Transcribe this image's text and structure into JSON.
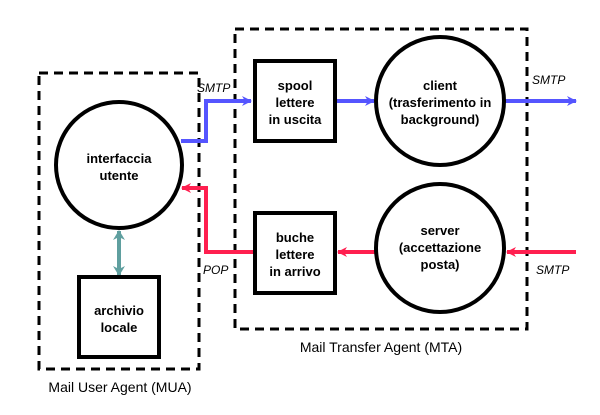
{
  "colors": {
    "outgoing": "#5555ff",
    "incoming": "#ff1f4f",
    "local": "#5f9f9f",
    "stroke": "#000000"
  },
  "groups": {
    "mua": {
      "label": "Mail User Agent (MUA)"
    },
    "mta": {
      "label": "Mail Transfer Agent (MTA)"
    }
  },
  "nodes": {
    "interfaccia": {
      "shape": "circle",
      "lines": [
        "interfaccia",
        "utente"
      ]
    },
    "archivio": {
      "shape": "box",
      "lines": [
        "archivio",
        "locale"
      ]
    },
    "spool": {
      "shape": "box",
      "lines": [
        "spool",
        "lettere",
        "in uscita"
      ]
    },
    "client": {
      "shape": "circle",
      "lines": [
        "client",
        "(trasferimento in",
        "background)"
      ]
    },
    "buche": {
      "shape": "box",
      "lines": [
        "buche",
        "lettere",
        "in arrivo"
      ]
    },
    "server": {
      "shape": "circle",
      "lines": [
        "server",
        "(accettazione",
        "posta)"
      ]
    }
  },
  "edges": [
    {
      "from": "interfaccia",
      "to": "spool",
      "flow": "outgoing",
      "label": "SMTP"
    },
    {
      "from": "spool",
      "to": "client",
      "flow": "outgoing",
      "label": ""
    },
    {
      "from": "client",
      "to": "external",
      "flow": "outgoing",
      "label": "SMTP"
    },
    {
      "from": "external",
      "to": "server",
      "flow": "incoming",
      "label": "SMTP"
    },
    {
      "from": "server",
      "to": "buche",
      "flow": "incoming",
      "label": ""
    },
    {
      "from": "buche",
      "to": "interfaccia",
      "flow": "incoming",
      "label": "POP"
    },
    {
      "from": "interfaccia",
      "to": "archivio",
      "flow": "local",
      "label": "",
      "bidirectional": true
    }
  ]
}
